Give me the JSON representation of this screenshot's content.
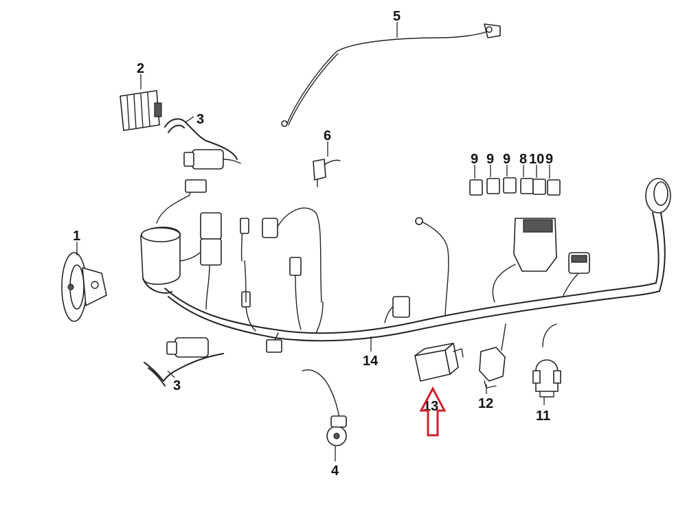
{
  "labels": {
    "l1": "1",
    "l2": "2",
    "l3a": "3",
    "l3b": "3",
    "l4": "4",
    "l5": "5",
    "l6": "6",
    "l9a": "9",
    "l9b": "9",
    "l9c": "9",
    "l8": "8",
    "l10": "10",
    "l9d": "9",
    "l11": "11",
    "l12": "12",
    "l13": "13",
    "l14": "14"
  },
  "colors": {
    "line": "#222222",
    "highlight_arrow": "#d01f2a"
  },
  "highlight": {
    "target_part": "13",
    "icon": "up-arrow-outline"
  }
}
